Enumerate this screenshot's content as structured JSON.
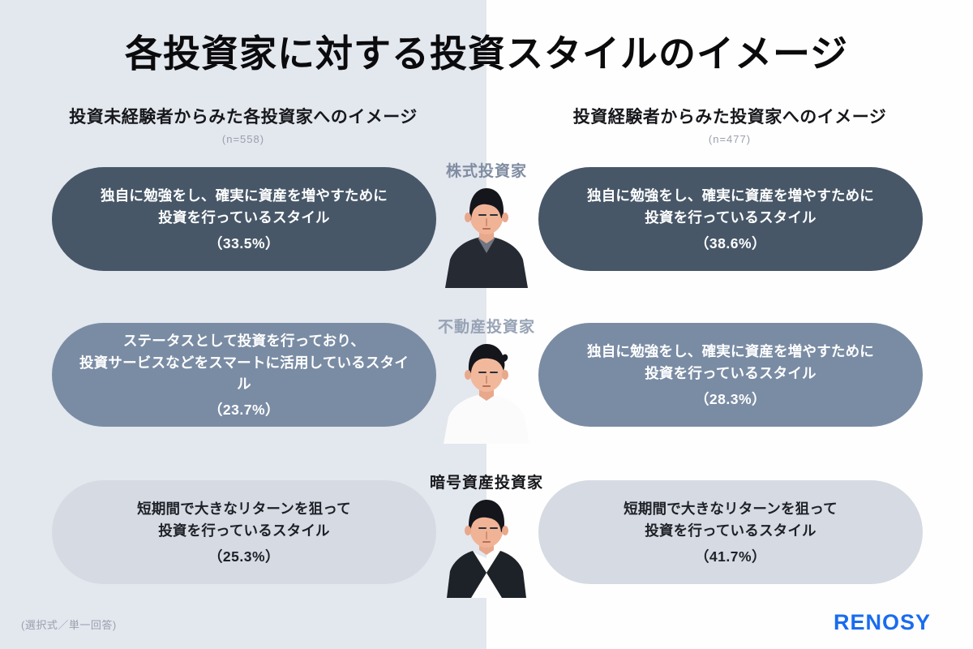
{
  "title": "各投資家に対する投資スタイルのイメージ",
  "colors": {
    "bg_left": "#e3e7ee",
    "bg_right": "#fefefe",
    "pill_dark": "#475768",
    "pill_mid": "#7a8ca4",
    "pill_light": "#d6dae2",
    "brand": "#1a6cf0",
    "title_text": "#0b0b0d",
    "muted_text": "#9aa0ad"
  },
  "columns": {
    "left": {
      "label": "投資未経験者からみた各投資家へのイメージ",
      "n": "(n=558)"
    },
    "right": {
      "label": "投資経験者からみた投資家へのイメージ",
      "n": "(n=477)"
    }
  },
  "rows": [
    {
      "category": "株式投資家",
      "figure": "stock-investor-illustration",
      "left": {
        "text": "独自に勉強をし、確実に資産を増やすために\n投資を行っているスタイル",
        "percent": "（33.5%）",
        "tone": "dark"
      },
      "right": {
        "text": "独自に勉強をし、確実に資産を増やすために\n投資を行っているスタイル",
        "percent": "（38.6%）",
        "tone": "dark"
      }
    },
    {
      "category": "不動産投資家",
      "figure": "real-estate-investor-illustration",
      "left": {
        "text": "ステータスとして投資を行っており、\n投資サービスなどをスマートに活用しているスタイル",
        "percent": "（23.7%）",
        "tone": "mid"
      },
      "right": {
        "text": "独自に勉強をし、確実に資産を増やすために\n投資を行っているスタイル",
        "percent": "（28.3%）",
        "tone": "mid"
      }
    },
    {
      "category": "暗号資産投資家",
      "figure": "crypto-investor-illustration",
      "left": {
        "text": "短期間で大きなリターンを狙って\n投資を行っているスタイル",
        "percent": "（25.3%）",
        "tone": "light"
      },
      "right": {
        "text": "短期間で大きなリターンを狙って\n投資を行っているスタイル",
        "percent": "（41.7%）",
        "tone": "light"
      }
    }
  ],
  "footer": {
    "note": "(選択式／単一回答)",
    "logo": "RENOSY"
  },
  "chart_data": {
    "type": "table",
    "title": "各投資家に対する投資スタイルのイメージ",
    "categories": [
      "株式投資家",
      "不動産投資家",
      "暗号資産投資家"
    ],
    "series": [
      {
        "name": "投資未経験者からみた各投資家へのイメージ (n=558)",
        "values": [
          33.5,
          23.7,
          25.3
        ],
        "labels": [
          "独自に勉強をし、確実に資産を増やすために投資を行っているスタイル",
          "ステータスとして投資を行っており、投資サービスなどをスマートに活用しているスタイル",
          "短期間で大きなリターンを狙って投資を行っているスタイル"
        ]
      },
      {
        "name": "投資経験者からみた投資家へのイメージ (n=477)",
        "values": [
          38.6,
          28.3,
          41.7
        ],
        "labels": [
          "独自に勉強をし、確実に資産を増やすために投資を行っているスタイル",
          "独自に勉強をし、確実に資産を増やすために投資を行っているスタイル",
          "短期間で大きなリターンを狙って投資を行っているスタイル"
        ]
      }
    ],
    "unit": "%",
    "note": "(選択式／単一回答)"
  }
}
